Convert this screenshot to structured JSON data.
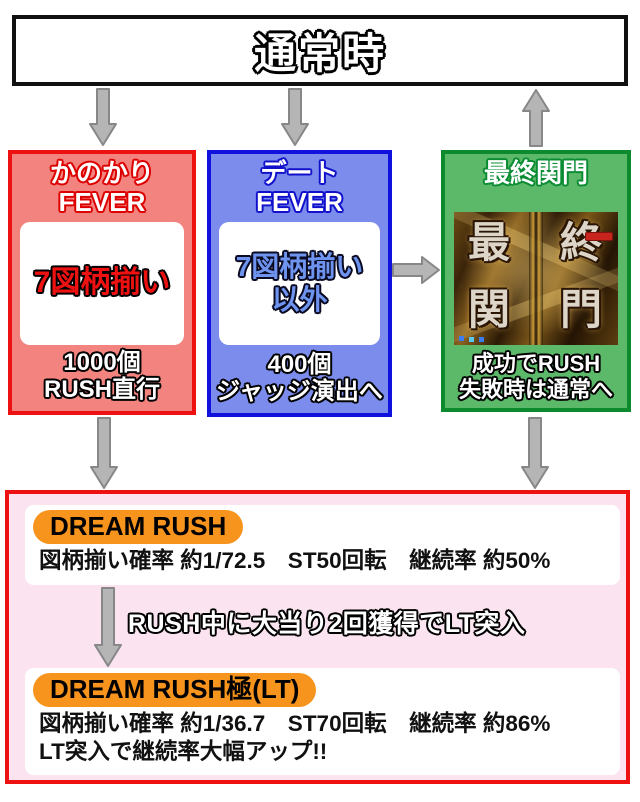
{
  "page": {
    "background": "#ffffff"
  },
  "normal_state": {
    "label": "通常時"
  },
  "kanokari_fever": {
    "title_line1": "かのかり",
    "title_line2": "FEVER",
    "condition": "7図柄揃い",
    "result_line1": "1000個",
    "result_line2": "RUSH直行",
    "border_color": "#ee1111",
    "bg_color": "#f2837f"
  },
  "date_fever": {
    "title_line1": "デート",
    "title_line2": "FEVER",
    "condition_line1": "7図柄揃い",
    "condition_line2": "以外",
    "result_line1": "400個",
    "result_line2": "ジャッジ演出へ",
    "border_color": "#1111dd",
    "bg_color": "#7b8cec"
  },
  "final_gate": {
    "title": "最終関門",
    "screenshot_kanji": [
      "最",
      "終",
      "関",
      "門"
    ],
    "result_line1": "成功でRUSH",
    "result_line2": "失敗時は通常へ",
    "border_color": "#0e8a2e",
    "bg_color": "#5cb96a"
  },
  "rush_panel": {
    "border_color": "#ee1111",
    "bg_color": "#fbe4ef",
    "badge_color": "#f7941e",
    "dream_rush": {
      "badge": "DREAM RUSH",
      "stats": "図柄揃い確率 約1/72.5　ST50回転　継続率 約50%"
    },
    "lt_condition": "RUSH中に大当り2回獲得でLT突入",
    "dream_rush_goku": {
      "badge": "DREAM RUSH極(LT)",
      "stats": "図柄揃い確率 約1/36.7　ST70回転　継続率 約86%",
      "note": "LT突入で継続率大幅アップ!!"
    }
  }
}
